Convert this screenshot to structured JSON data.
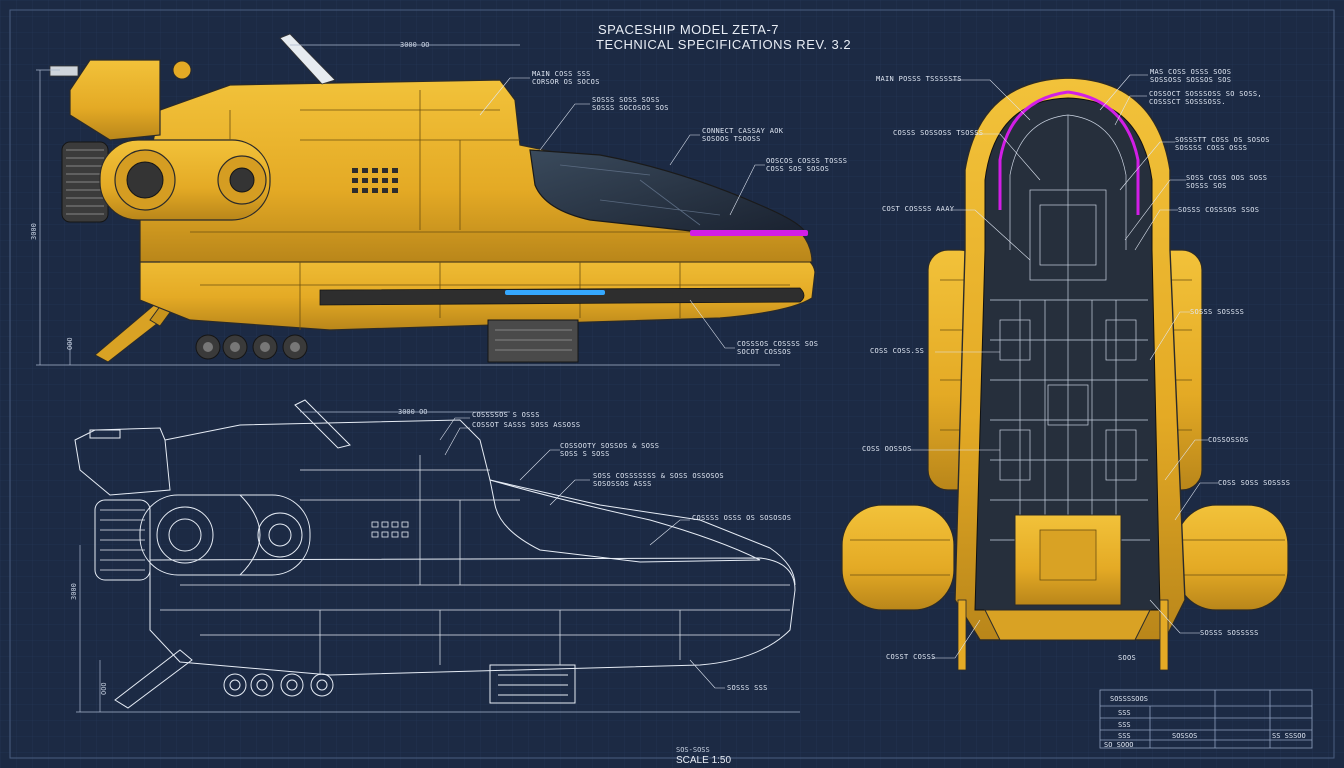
{
  "title": {
    "line1": "SPACESHIP MODEL ZETA-7",
    "line2": "TECHNICAL SPECIFICATIONS REV. 3.2"
  },
  "colors": {
    "background": "#1c2a44",
    "hull": "#e8b22c",
    "hull_shade": "#b9861a",
    "line": "#dfe6f2",
    "accent_magenta": "#d21ee6",
    "accent_blue": "#35a8ff"
  },
  "side_view_callouts": [
    "MAIN COSS SSS\nCORSOR OS SOCOS",
    "SOSSS SOSS SOSS\nSOSSS SOCOSOS SOS",
    "CONNECT CASSAY AOK\nSOSOOS TSOOSS",
    "OOSCOS COSSS TOSSS\nCOSS SOS SOSOS",
    "COSSSOS COSSSS SOS\nSOCOT COSSOS"
  ],
  "outline_view_callouts": [
    "COSSSSOS S OSSS",
    "COSSOT SASSS SOSS ASSOSS",
    "COSSOOTY SOSSOS & SOSS\nSOSS S SOSS",
    "SOSS COSSSSSSS & SOSS OSSOSOS\nSOSOSSOS ASSS",
    "COSSSS OSSS OS SOSOSOS",
    "SOSSS SSS"
  ],
  "top_view_callouts": {
    "left": [
      "MAIN POSSS TSSSSSTS",
      "COSSS SOSSOSS TSOSSS",
      "COST COSSSS AAAY",
      "COSS COSS.SS",
      "COSS OOSSOS",
      "COSST COSSS"
    ],
    "right": [
      "MAS COSS OSSS SOOS\nSOSSOSS SOSSOS SOS",
      "COSSOCT SOSSSOSS SO SOSS,\nCOSSSCT SOSSSOSS.",
      "SOSSSTT COSS OS SOSOS\nSOSSSS COSS OSSS",
      "SOSS COSS OOS SOSS\nSOSSS SOS",
      "SOSSS COSSSOS SSOS",
      "SOSSS SOSSSS",
      "COSSOSSOS",
      "COSS SOSS SOSSSS",
      "SOSSS SOSSSSS",
      "SOOS"
    ]
  },
  "dimensions": {
    "side_top": "3000 OO",
    "side_left_vertical": "3000",
    "side_left_small": "OOO",
    "outline_top": "3000 OO",
    "outline_left_vertical": "3000",
    "outline_left_small": "OOO"
  },
  "title_block": {
    "rows": [
      [
        "SOSSSSOOS",
        ""
      ],
      [
        "SSS",
        ""
      ],
      [
        "SSS",
        ""
      ],
      [
        "SSS",
        "SOSSOS"
      ],
      [
        "SO SOOO",
        ""
      ]
    ],
    "right_value": "SS SSSOO"
  },
  "footer": {
    "note": "SOS-SOSS",
    "scale": "SCALE 1:50"
  }
}
